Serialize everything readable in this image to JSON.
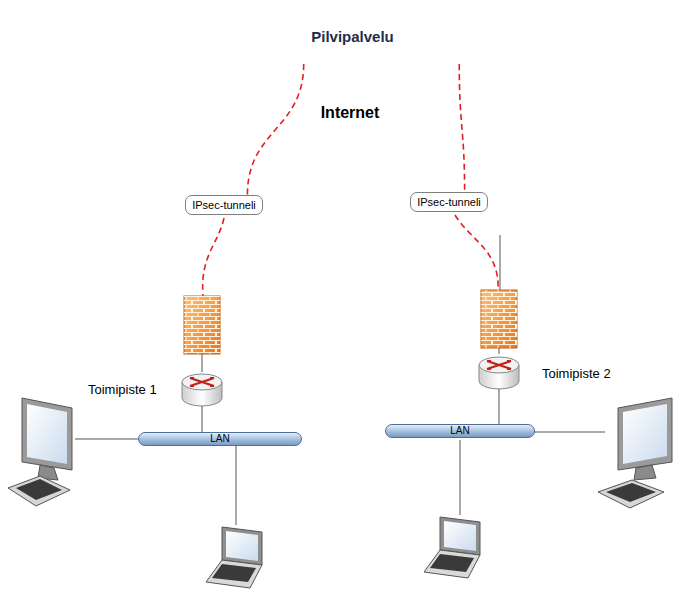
{
  "diagram": {
    "nodes": [
      {
        "text": [
          "Pilvipalvelu"
        ]
      },
      {
        "text": [
          "Internet"
        ]
      },
      {
        "text": [
          "IPsec-tunneli"
        ],
        "in": 1
      },
      {
        "text": [
          "IPsec-tunneli"
        ],
        "in": 1
      },
      {
        "text": [
          "LAN"
        ]
      },
      {
        "text": [
          "LAN"
        ]
      }
    ],
    "edges": [
      {
        "from": 0,
        "to": 2,
        "arrow": "none"
      },
      {
        "from": 0,
        "to": 3,
        "arrow": "none"
      }
    ],
    "labels": [
      "Toimipiste 1",
      "Toimipiste 2"
    ]
  }
}
